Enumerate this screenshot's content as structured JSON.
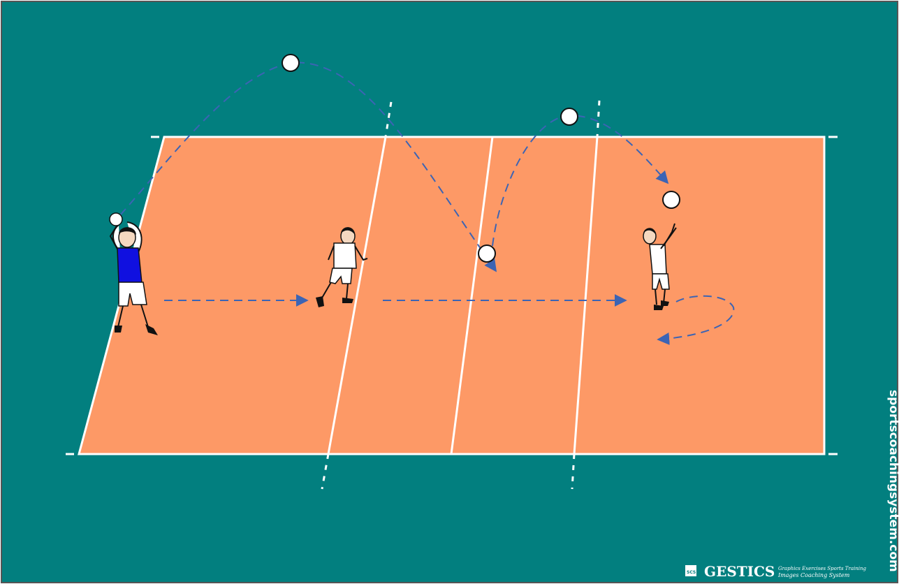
{
  "diagram": {
    "colors": {
      "background": "#027f7f",
      "court": "#fd9966",
      "court_lines": "#ffffff",
      "trajectory": "#3c64b4",
      "ball": "#ffffff",
      "player_blue_shirt": "#1010e0",
      "player_white": "#ffffff",
      "hair": "#111111"
    },
    "players": [
      {
        "role": "server",
        "shirt": "blue",
        "pose": "holding ball overhead"
      },
      {
        "role": "player-middle",
        "shirt": "white",
        "pose": "ready"
      },
      {
        "role": "player-right",
        "shirt": "white",
        "pose": "setting"
      }
    ],
    "icons": [
      "volleyball-icon",
      "arrow-head-icon",
      "gestics-logo-icon"
    ]
  },
  "watermark": {
    "site": "sportscoachingsystem.com"
  },
  "footer": {
    "brand": "GESTICS",
    "tagline_line1": "Graphics Exercises Sports Training",
    "tagline_line2": "Images Coaching System",
    "logo_text": "SCS"
  }
}
